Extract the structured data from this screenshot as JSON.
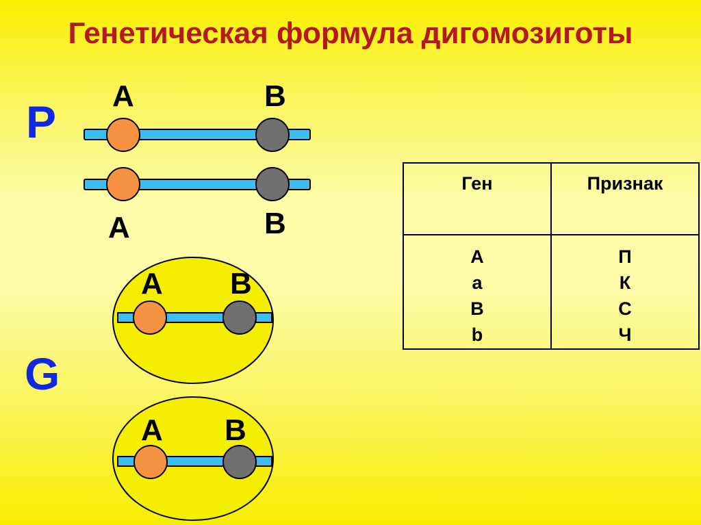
{
  "title": "Генетическая формула дигомозиготы",
  "section_p_label": "P",
  "section_g_label": "G",
  "parent_chromosomes": [
    {
      "gene_left": "A",
      "gene_right": "B"
    },
    {
      "gene_left": "A",
      "gene_right": "B"
    }
  ],
  "gametes": [
    {
      "gene_left": "A",
      "gene_right": "B"
    },
    {
      "gene_left": "A",
      "gene_right": "B"
    }
  ],
  "colors": {
    "chromosome": "#3cbcef",
    "allele_dominant_A": "#f69343",
    "allele_dominant_B": "#707070",
    "gamete_cell": "#f4ee00",
    "title": "#b3191d",
    "section_letter": "#1028e0"
  },
  "table": {
    "headers": [
      "Ген",
      "Признак"
    ],
    "genes": [
      "A",
      "a",
      "B",
      "b"
    ],
    "traits": [
      "П",
      "К",
      "С",
      "Ч"
    ]
  }
}
